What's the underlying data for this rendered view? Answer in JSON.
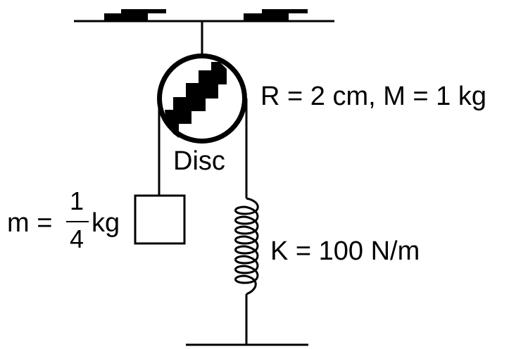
{
  "labels": {
    "disc_params": "R = 2 cm, M = 1 kg",
    "disc_name": "Disc",
    "mass_prefix": "m =",
    "mass_numerator": "1",
    "mass_denominator": "4",
    "mass_unit": "kg",
    "spring_constant": "K = 100 N/m"
  },
  "colors": {
    "ink": "#000000",
    "background": "#ffffff"
  }
}
